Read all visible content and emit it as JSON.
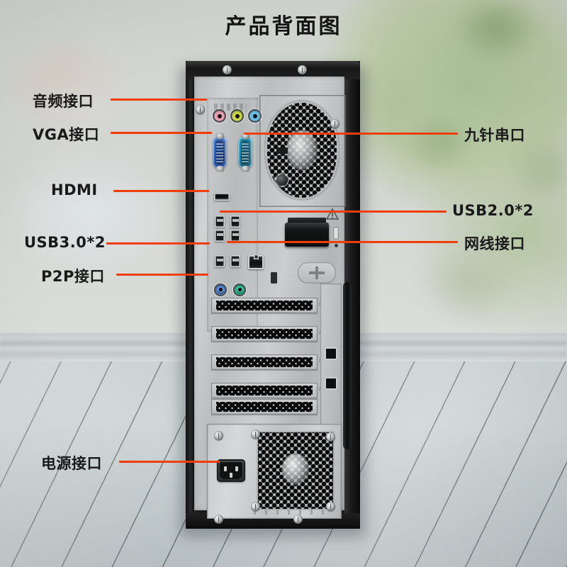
{
  "title": "产品背面图",
  "colors": {
    "leader_line": "#f03c05",
    "label_text": "#1a1a1a",
    "chassis_black": "#1c1c1c",
    "metal_panel": "#c6c9ca",
    "audio_pink": "#e8a0b4",
    "audio_green": "#c8d44a",
    "audio_blue": "#67bfe6",
    "vga_blue": "#1f5fc4",
    "serial_teal": "#0f7fa8",
    "ps2_purple": "#4a7fd4",
    "ps2_green": "#19c08a"
  },
  "labels": {
    "left": [
      {
        "id": "audio",
        "text": "音频接口"
      },
      {
        "id": "vga",
        "text": "VGA接口"
      },
      {
        "id": "hdmi",
        "text": "HDMI"
      },
      {
        "id": "usb3",
        "text": "USB3.0*2"
      },
      {
        "id": "p2p",
        "text": "P2P接口"
      },
      {
        "id": "power",
        "text": "电源接口"
      }
    ],
    "right": [
      {
        "id": "serial",
        "text": "九针串口"
      },
      {
        "id": "usb2",
        "text": "USB2.0*2"
      },
      {
        "id": "lan",
        "text": "网线接口"
      }
    ]
  },
  "ports": {
    "audio_jacks": [
      {
        "name": "microphone-jack",
        "color": "#e8a0b4"
      },
      {
        "name": "line-out-jack",
        "color": "#c8d44a"
      },
      {
        "name": "line-in-jack",
        "color": "#67bfe6"
      }
    ],
    "vga_color": "#1f5fc4",
    "serial_color": "#0f7fa8",
    "ps2_keyboard_color": "#4a7fd4",
    "ps2_mouse_color": "#19c08a",
    "usb3_count": 2,
    "usb2_count": 2,
    "hdmi_count": 1,
    "rj45_count": 1,
    "expansion_slots": 5
  }
}
